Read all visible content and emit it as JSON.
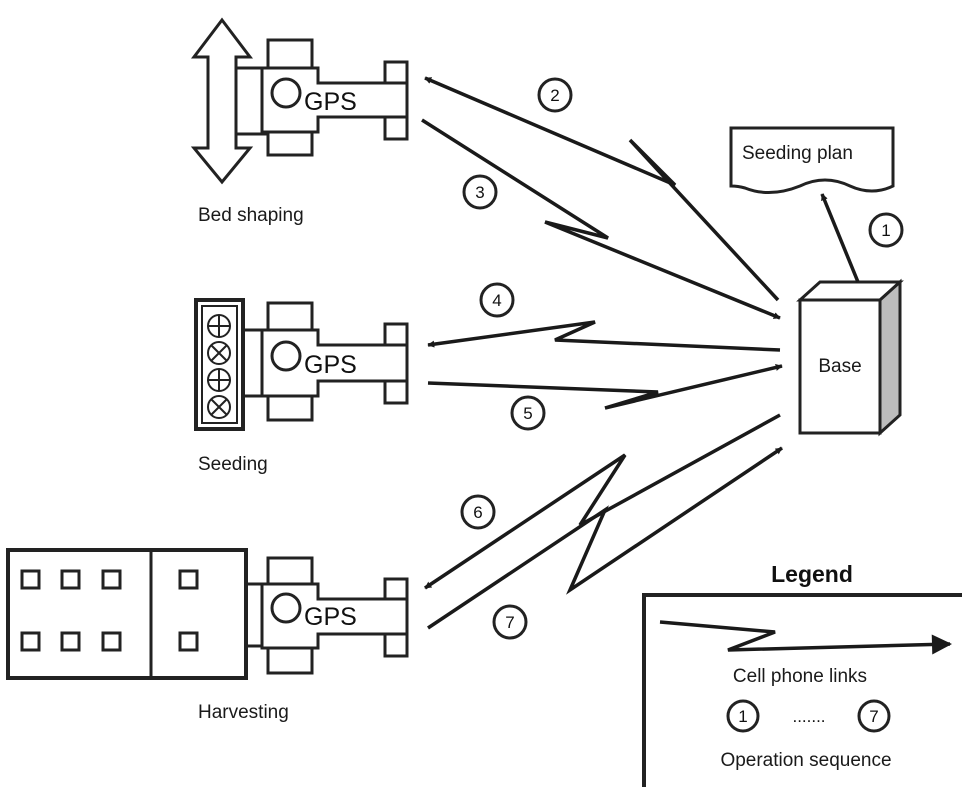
{
  "vehicles": {
    "bed_shaping": {
      "label": "Bed shaping",
      "gps": "GPS"
    },
    "seeding": {
      "label": "Seeding",
      "gps": "GPS"
    },
    "harvesting": {
      "label": "Harvesting",
      "gps": "GPS"
    }
  },
  "base": {
    "label": "Base"
  },
  "seeding_plan": {
    "label": "Seeding plan"
  },
  "steps": [
    "1",
    "2",
    "3",
    "4",
    "5",
    "6",
    "7"
  ],
  "legend": {
    "title": "Legend",
    "link_label": "Cell phone links",
    "seq_start": "1",
    "seq_dots": ".......",
    "seq_end": "7",
    "seq_label": "Operation sequence"
  }
}
